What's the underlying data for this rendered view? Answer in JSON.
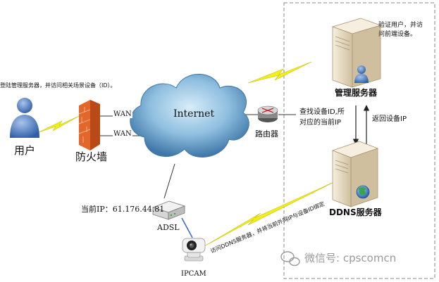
{
  "user": {
    "label": "用户",
    "note": "登陆管理服务器，并访问相关场景设备（ID）。"
  },
  "firewall": {
    "label": "防火墙",
    "wan1": "WAN",
    "wan2": "WAN"
  },
  "internet": {
    "label": "Internet"
  },
  "router": {
    "label": "路由器",
    "note_line1": "查找设备ID,所",
    "note_line2": "对应的当前IP"
  },
  "mgmt_server": {
    "label": "管理服务器",
    "note_line1": "验证用户，并访",
    "note_line2": "问前端设备。"
  },
  "ddns_server": {
    "label": "DDNS服务器",
    "return_note": "返回设备IP"
  },
  "adsl": {
    "label": "ADSL",
    "current_ip": "当前IP：61.176.44.81"
  },
  "ipcam": {
    "label": "IPCAM",
    "link_note": "访问DDNS服务器，并将当前外网IP与设备ID绑定"
  },
  "watermark": {
    "text": "微信号: cpscomcn"
  },
  "colors": {
    "cloud": "#8fbfe0",
    "cloud_dark": "#3f77a8",
    "user": "#5b86c8",
    "firewall": "#e3662a",
    "bolt": "#f2ee1a",
    "server": "#e9dcc0",
    "dashed": "#888888"
  }
}
